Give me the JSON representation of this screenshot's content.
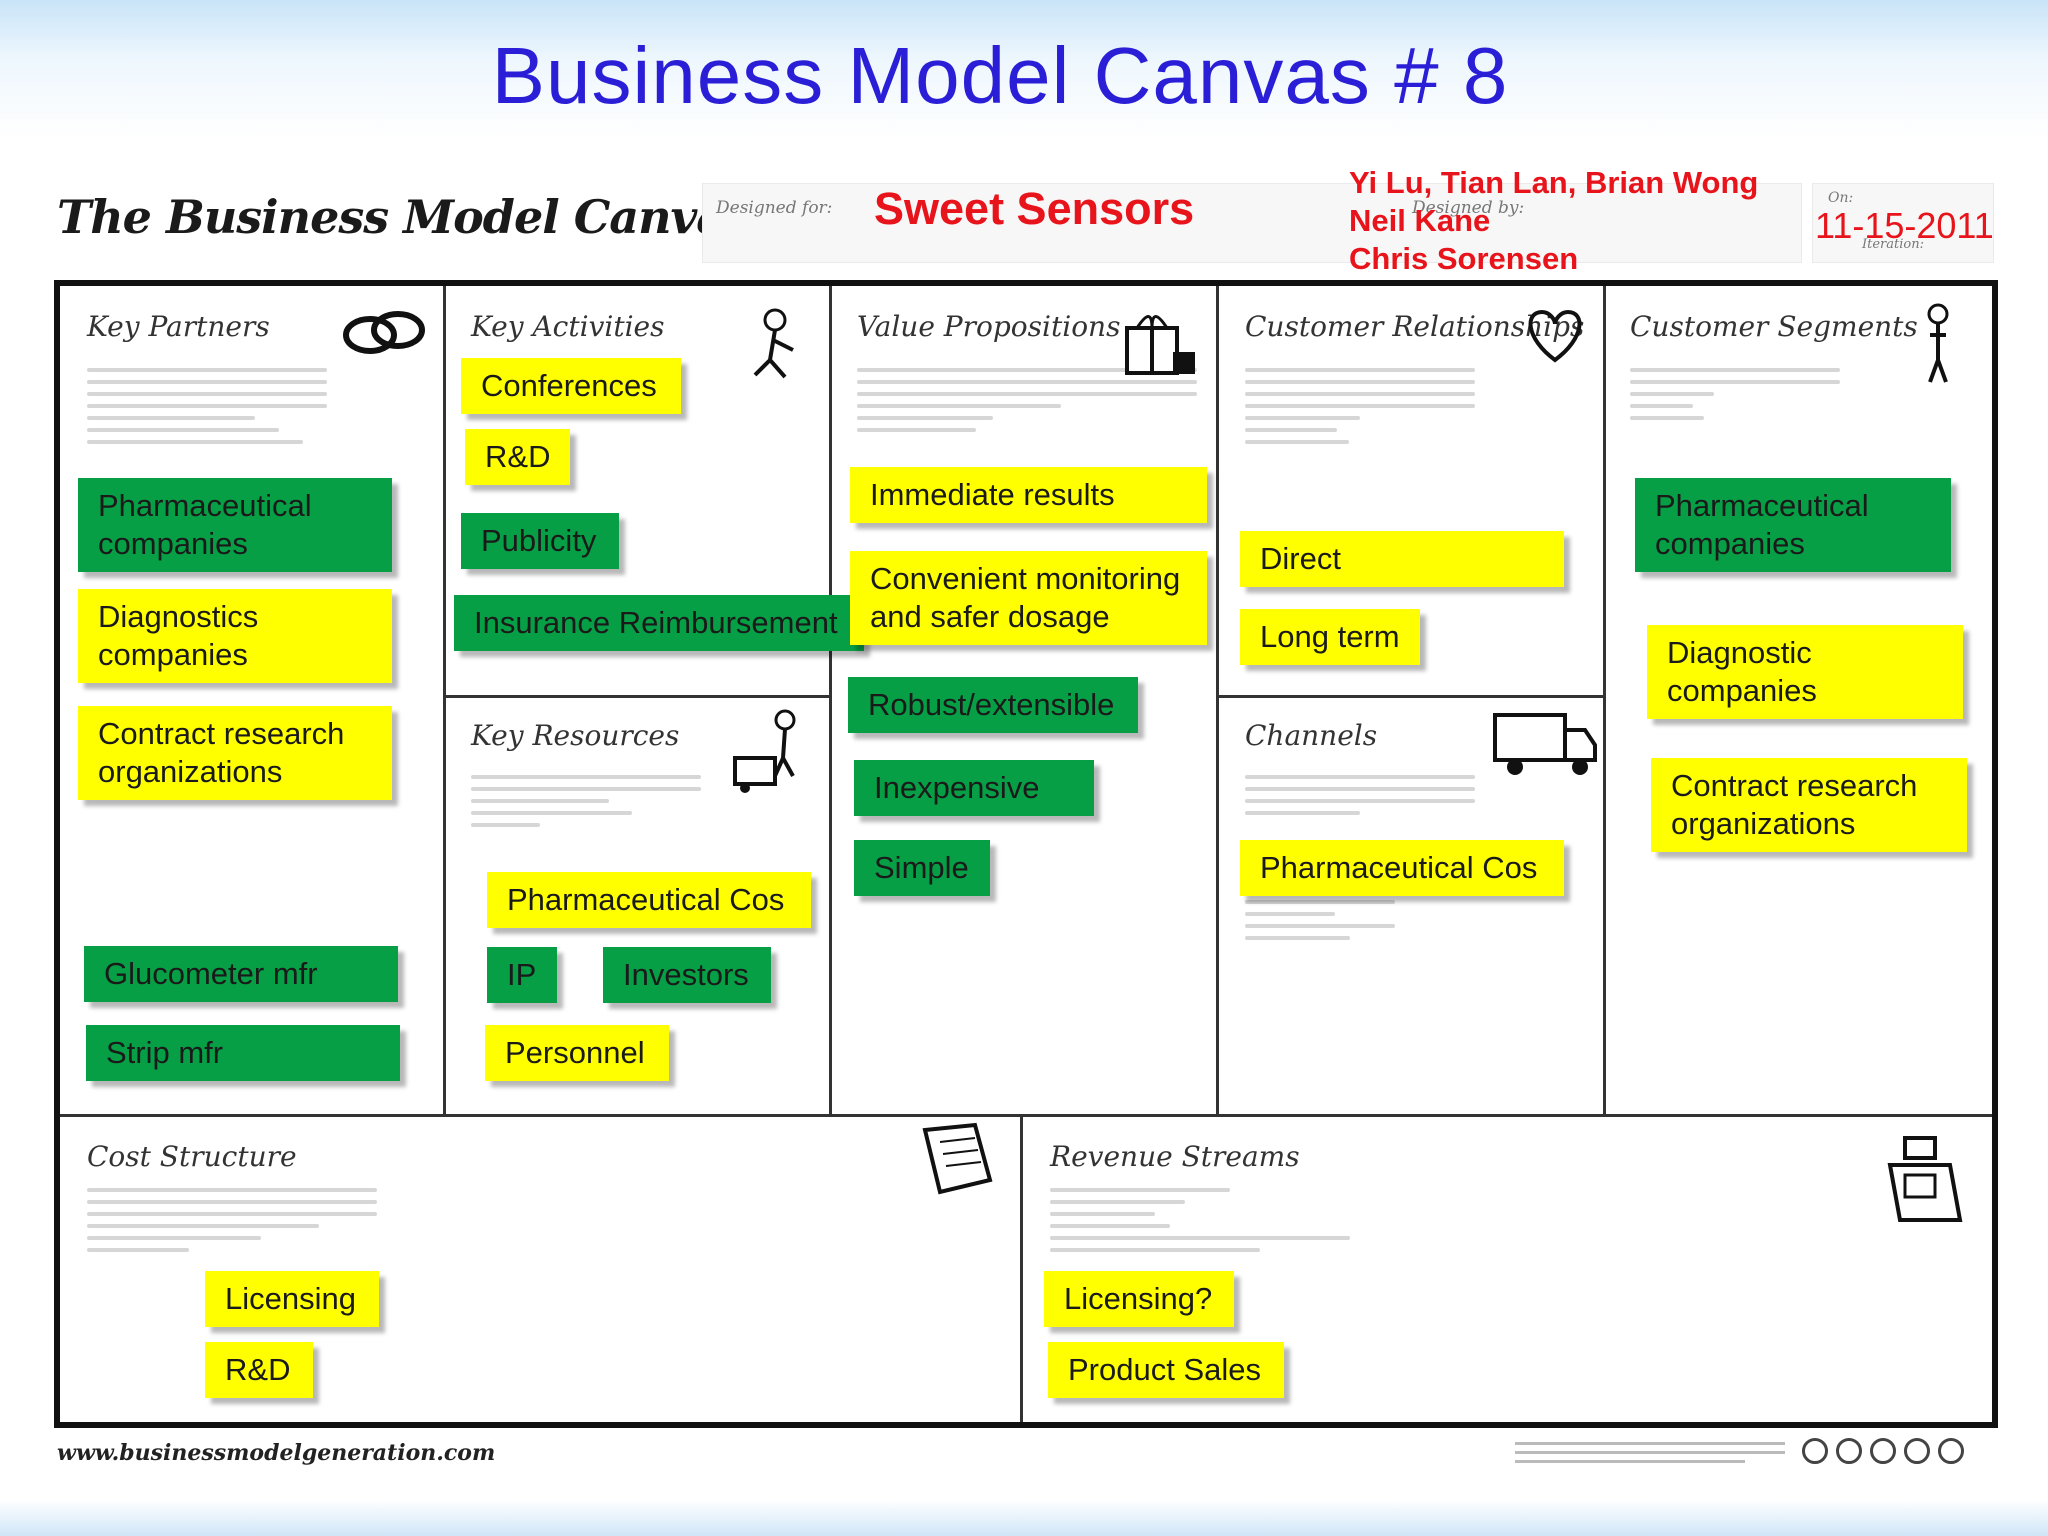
{
  "slide": {
    "title": "Business Model Canvas # 8"
  },
  "canvas": {
    "heading": "The Business Model Canvas",
    "designed_for_label": "Designed for:",
    "designed_by_label": "Designed by:",
    "on_label": "On:",
    "iteration_label": "Iteration:",
    "project_name": "Sweet Sensors",
    "team": [
      "Yi Lu, Tian Lan, Brian Wong",
      "Neil Kane",
      "Chris Sorensen"
    ],
    "date": "11-15-2011",
    "footer_url": "www.businessmodelgeneration.com"
  },
  "blocks": {
    "key_partners": {
      "title": "Key Partners",
      "icon": "chain-link-icon",
      "notes": [
        {
          "text": "Pharmaceutical companies",
          "color": "#079f45"
        },
        {
          "text": "Diagnostics companies",
          "color": "#ffff00"
        },
        {
          "text": "Contract research organizations",
          "color": "#ffff00"
        },
        {
          "text": "Glucometer mfr",
          "color": "#079f45"
        },
        {
          "text": "Strip mfr",
          "color": "#079f45"
        }
      ]
    },
    "key_activities": {
      "title": "Key Activities",
      "icon": "worker-icon",
      "notes": [
        {
          "text": "Conferences",
          "color": "#ffff00"
        },
        {
          "text": "R&D",
          "color": "#ffff00"
        },
        {
          "text": "Publicity",
          "color": "#079f45"
        },
        {
          "text": "Insurance Reimbursement",
          "color": "#079f45"
        }
      ]
    },
    "key_resources": {
      "title": "Key Resources",
      "icon": "forklift-worker-icon",
      "notes": [
        {
          "text": "Pharmaceutical Cos",
          "color": "#ffff00"
        },
        {
          "text": "IP",
          "color": "#079f45"
        },
        {
          "text": "Investors",
          "color": "#079f45"
        },
        {
          "text": "Personnel",
          "color": "#ffff00"
        }
      ]
    },
    "value_propositions": {
      "title": "Value Propositions",
      "icon": "gift-icon",
      "notes": [
        {
          "text": "Immediate results",
          "color": "#ffff00"
        },
        {
          "text": "Convenient monitoring and safer dosage",
          "color": "#ffff00"
        },
        {
          "text": "Robust/extensible",
          "color": "#079f45"
        },
        {
          "text": "Inexpensive",
          "color": "#079f45"
        },
        {
          "text": "Simple",
          "color": "#079f45"
        }
      ]
    },
    "customer_relationships": {
      "title": "Customer Relationships",
      "icon": "heart-icon",
      "notes": [
        {
          "text": "Direct",
          "color": "#ffff00"
        },
        {
          "text": "Long term",
          "color": "#ffff00"
        }
      ]
    },
    "channels": {
      "title": "Channels",
      "icon": "truck-icon",
      "notes": [
        {
          "text": "Pharmaceutical Cos",
          "color": "#ffff00"
        }
      ]
    },
    "customer_segments": {
      "title": "Customer Segments",
      "icon": "person-icon",
      "notes": [
        {
          "text": "Pharmaceutical companies",
          "color": "#079f45"
        },
        {
          "text": "Diagnostic companies",
          "color": "#ffff00"
        },
        {
          "text": "Contract research organizations",
          "color": "#ffff00"
        }
      ]
    },
    "cost_structure": {
      "title": "Cost Structure",
      "icon": "receipt-icon",
      "notes": [
        {
          "text": "Licensing",
          "color": "#ffff00"
        },
        {
          "text": "R&D",
          "color": "#ffff00"
        }
      ]
    },
    "revenue_streams": {
      "title": "Revenue Streams",
      "icon": "cash-register-icon",
      "notes": [
        {
          "text": "Licensing?",
          "color": "#ffff00"
        },
        {
          "text": "Product Sales",
          "color": "#ffff00"
        }
      ]
    }
  }
}
